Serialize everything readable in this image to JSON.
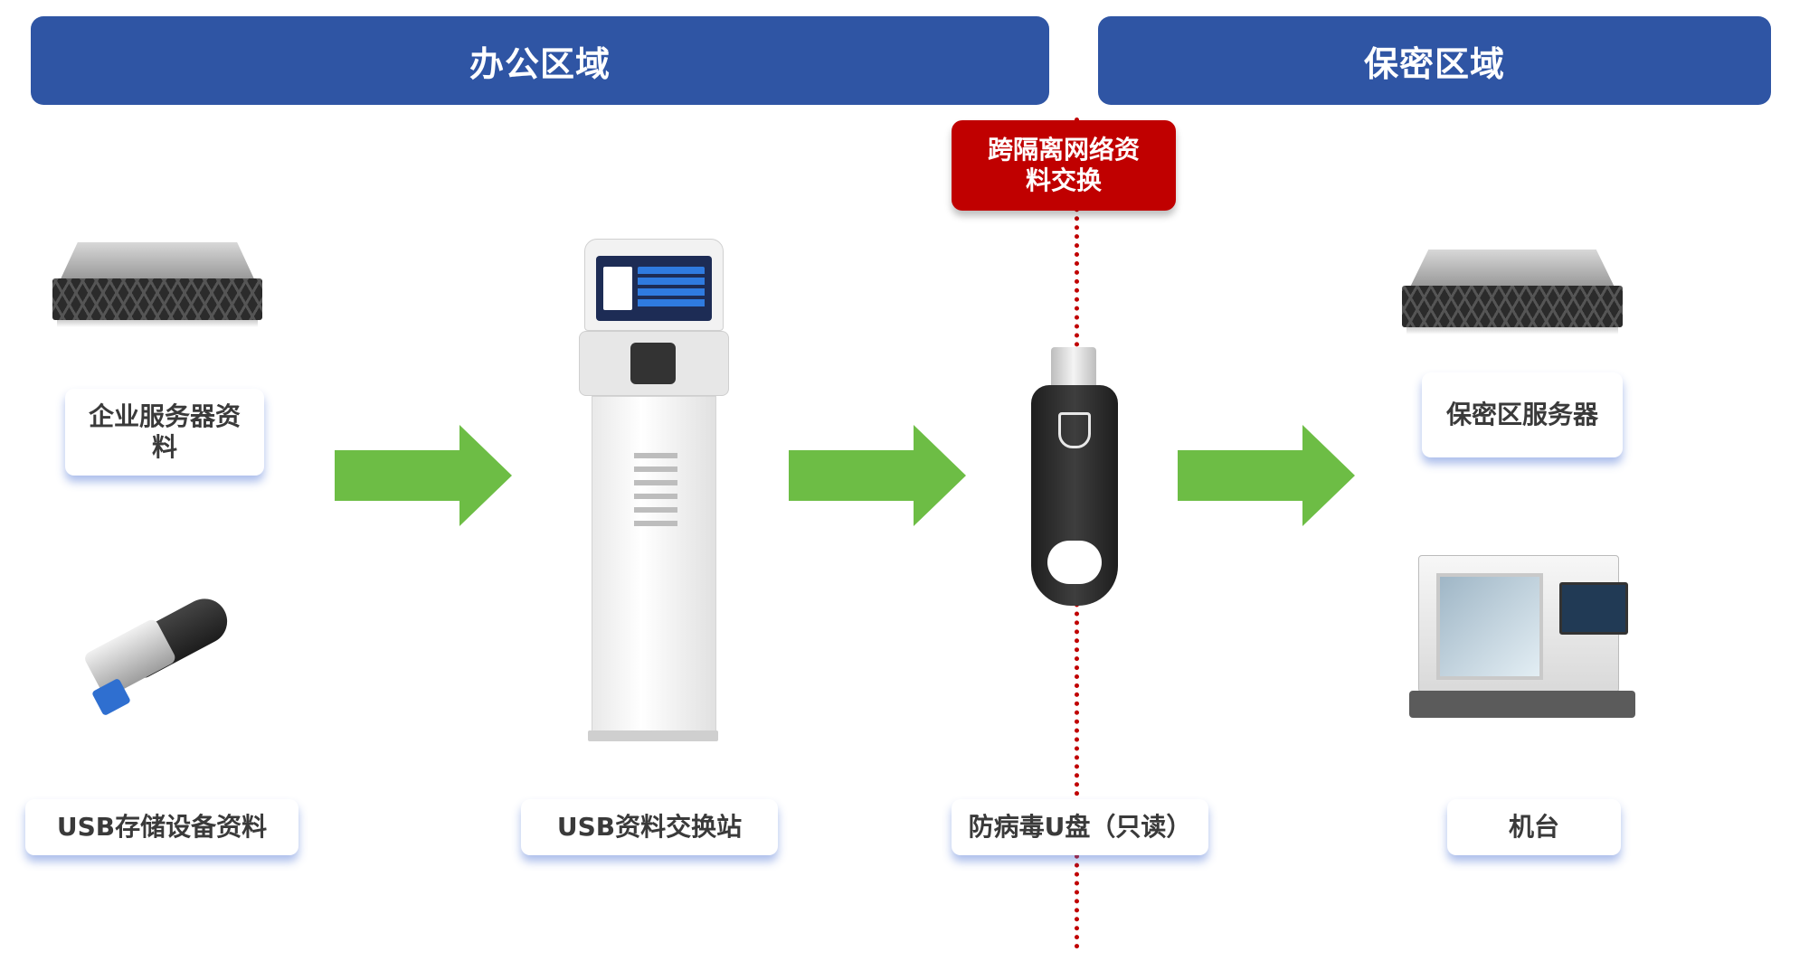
{
  "zones": {
    "office": "办公区域",
    "secure": "保密区域"
  },
  "divider_tag": "跨隔离网络资料交换",
  "nodes": {
    "enterprise_server": "企业服务器资料",
    "usb_storage": "USB存储设备资料",
    "usb_station": "USB资料交换站",
    "antivirus_usb": "防病毒U盘（只读）",
    "secure_server": "保密区服务器",
    "machine": "机台"
  },
  "colors": {
    "zone_header": "#2f55a4",
    "tag": "#c00000",
    "divider": "#c00000",
    "arrow": "#6dbd45"
  },
  "icons": [
    "server-icon",
    "usb-stick-icon",
    "kiosk-icon",
    "usb-drive-icon",
    "server-icon",
    "cnc-machine-icon"
  ]
}
